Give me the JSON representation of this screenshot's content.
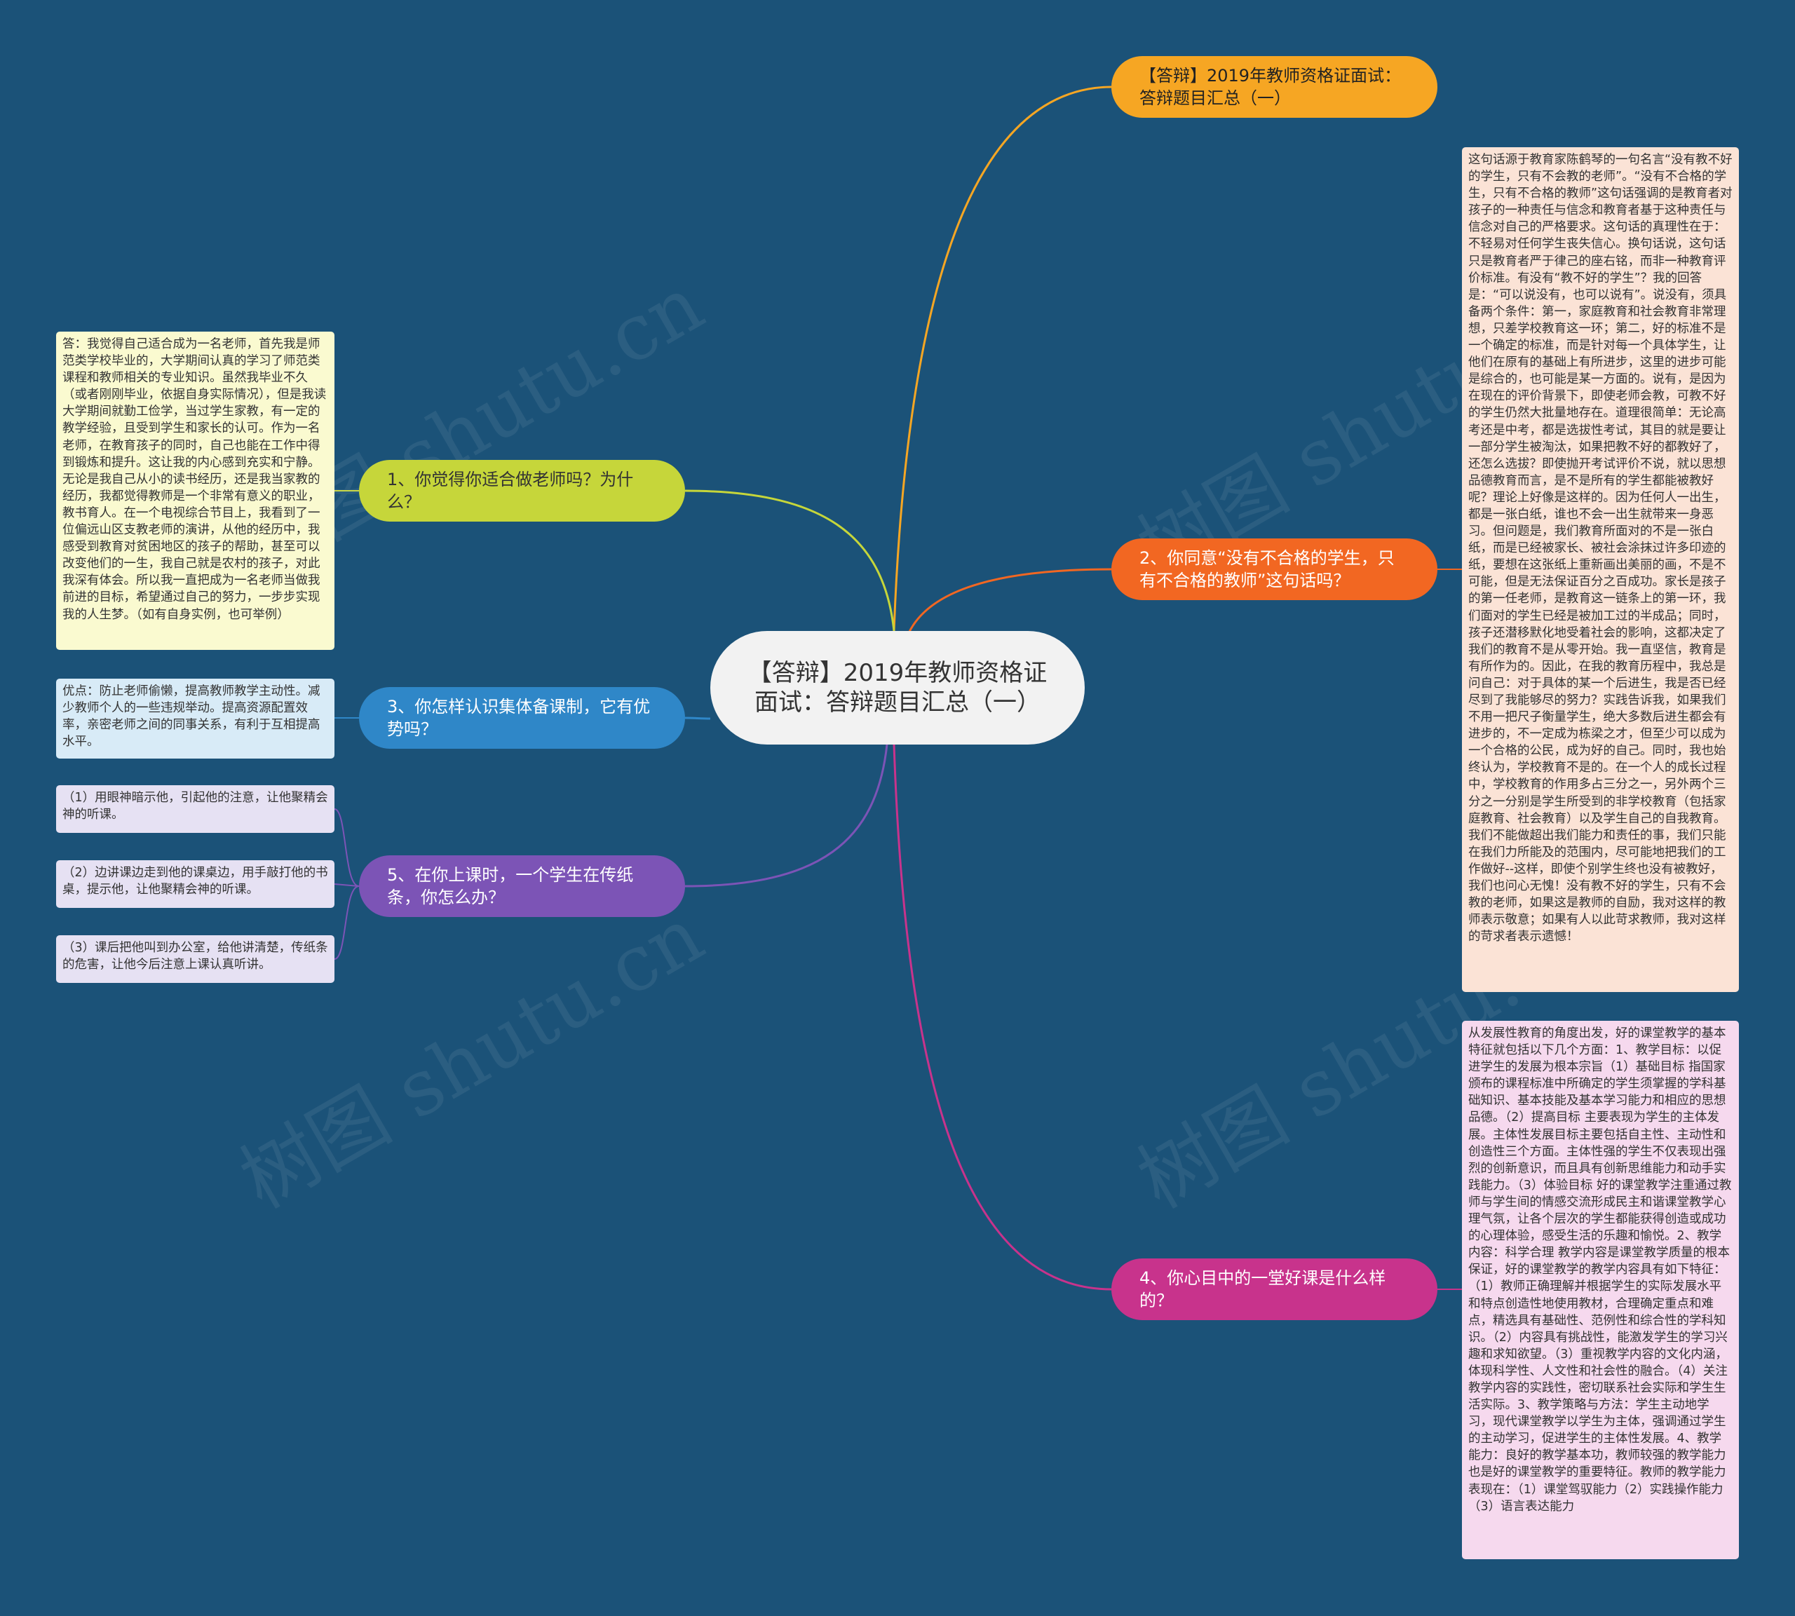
{
  "center": {
    "title": "【答辩】2019年教师资格证面试：答辩题目汇总（一）"
  },
  "colors": {
    "background": "#1b5278",
    "center": "#f2f2f2",
    "topic_orange": "#f6a623",
    "topic_red": "#f26722",
    "topic_pink": "#c8338c",
    "topic_yellow": "#c6d63a",
    "topic_blue": "#2f87c8",
    "topic_purple": "#7c54b6"
  },
  "topics": {
    "title_node": "【答辩】2019年教师资格证面试：答辩题目汇总（一）",
    "q1": "1、你觉得你适合做老师吗？为什么？",
    "q2": "2、你同意“没有不合格的学生，只有不合格的教师”这句话吗？",
    "q3": "3、你怎样认识集体备课制，它有优势吗？",
    "q4": "4、你心目中的一堂好课是什么样的？",
    "q5": "5、在你上课时，一个学生在传纸条，你怎么办？"
  },
  "notes": {
    "a1": "答：我觉得自己适合成为一名老师，首先我是师范类学校毕业的，大学期间认真的学习了师范类课程和教师相关的专业知识。虽然我毕业不久（或者刚刚毕业，依据自身实际情况），但是我读大学期间就勤工俭学，当过学生家教，有一定的教学经验，且受到学生和家长的认可。作为一名老师，在教育孩子的同时，自己也能在工作中得到锻炼和提升。这让我的内心感到充实和宁静。无论是我自己从小的读书经历，还是我当家教的经历，我都觉得教师是一个非常有意义的职业，教书育人。在一个电视综合节目上，我看到了一位偏远山区支教老师的演讲，从他的经历中，我感受到教育对贫困地区的孩子的帮助，甚至可以改变他们的一生，我自己就是农村的孩子，对此我深有体会。所以我一直把成为一名老师当做我前进的目标，希望通过自己的努力，一步步实现我的人生梦。（如有自身实例，也可举例）",
    "a2": "这句话源于教育家陈鹤琴的一句名言“没有教不好的学生，只有不会教的老师”。“没有不合格的学生，只有不合格的教师”这句话强调的是教育者对孩子的一种责任与信念和教育者基于这种责任与信念对自己的严格要求。这句话的真理性在于：不轻易对任何学生丧失信心。换句话说，这句话只是教育者严于律己的座右铭，而非一种教育评价标准。有没有“教不好的学生”？我的回答是：“可以说没有，也可以说有”。说没有，须具备两个条件：第一，家庭教育和社会教育非常理想，只差学校教育这一环；第二，好的标准不是一个确定的标准，而是针对每一个具体学生，让他们在原有的基础上有所进步，这里的进步可能是综合的，也可能是某一方面的。说有，是因为在现在的评价背景下，即使老师会教，可教不好的学生仍然大批量地存在。道理很简单：无论高考还是中考，都是选拔性考试，其目的就是要让一部分学生被淘汰，如果把教不好的都教好了，还怎么选拔？即使抛开考试评价不说，就以思想品德教育而言，是不是所有的学生都能被教好呢？理论上好像是这样的。因为任何人一出生，都是一张白纸，谁也不会一出生就带来一身恶习。但问题是，我们教育所面对的不是一张白纸，而是已经被家长、被社会涂抹过许多印迹的纸，要想在这张纸上重新画出美丽的画，不是不可能，但是无法保证百分之百成功。家长是孩子的第一任老师，是教育这一链条上的第一环，我们面对的学生已经是被加工过的半成品；同时，孩子还潜移默化地受着社会的影响，这都决定了我们的教育不是从零开始。我一直坚信，教育是有所作为的。因此，在我的教育历程中，我总是问自己：对于具体的某一个后进生，我是否已经尽到了我能够尽的努力？实践告诉我，如果我们不用一把尺子衡量学生，绝大多数后进生都会有进步的，不一定成为栋梁之才，但至少可以成为一个合格的公民，成为好的自己。同时，我也始终认为，学校教育不是的。在一个人的成长过程中，学校教育的作用多占三分之一，另外两个三分之一分别是学生所受到的非学校教育（包括家庭教育、社会教育）以及学生自己的自我教育。我们不能做超出我们能力和责任的事，我们只能在我们力所能及的范围内，尽可能地把我们的工作做好--这样，即使个别学生终也没有被教好，我们也问心无愧！没有教不好的学生，只有不会教的老师，如果这是教师的自励，我对这样的教师表示敬意；如果有人以此苛求教师，我对这样的苛求者表示遗憾！",
    "a3": "优点：防止老师偷懒，提高教师教学主动性。减少教师个人的一些违规举动。提高资源配置效率，亲密老师之间的同事关系，有利于互相提高水平。",
    "a4": "从发展性教育的角度出发，好的课堂教学的基本特征就包括以下几个方面：1、教学目标：以促进学生的发展为根本宗旨（1）基础目标 指国家颁布的课程标准中所确定的学生须掌握的学科基础知识、基本技能及基本学习能力和相应的思想品德。（2）提高目标 主要表现为学生的主体发展。主体性发展目标主要包括自主性、主动性和创造性三个方面。主体性强的学生不仅表现出强烈的创新意识，而且具有创新思维能力和动手实践能力。（3）体验目标 好的课堂教学注重通过教师与学生间的情感交流形成民主和谐课堂教学心理气氛，让各个层次的学生都能获得创造或成功的心理体验，感受生活的乐趣和愉悦。2、教学内容：科学合理 教学内容是课堂教学质量的根本保证，好的课堂教学的教学内容具有如下特征：（1）教师正确理解并根据学生的实际发展水平和特点创造性地使用教材，合理确定重点和难点，精选具有基础性、范例性和综合性的学科知识。（2）内容具有挑战性，能激发学生的学习兴趣和求知欲望。（3）重视教学内容的文化内涵，体现科学性、人文性和社会性的融合。（4）关注教学内容的实践性，密切联系社会实际和学生生活实际。3、教学策略与方法：学生主动地学习，现代课堂教学以学生为主体，强调通过学生的主动学习，促进学生的主体性发展。4、教学能力：良好的教学基本功，教师较强的教学能力也是好的课堂教学的重要特征。教师的教学能力表现在：（1）课堂驾驭能力（2）实践操作能力（3）语言表达能力",
    "a5_1": "（1）用眼神暗示他，引起他的注意，让他聚精会神的听课。",
    "a5_2": "（2）边讲课边走到他的课桌边，用手敲打他的书桌，提示他，让他聚精会神的听课。",
    "a5_3": "（3）课后把他叫到办公室，给他讲清楚，传纸条的危害，让他今后注意上课认真听讲。"
  },
  "watermark": "树图 shutu.cn"
}
